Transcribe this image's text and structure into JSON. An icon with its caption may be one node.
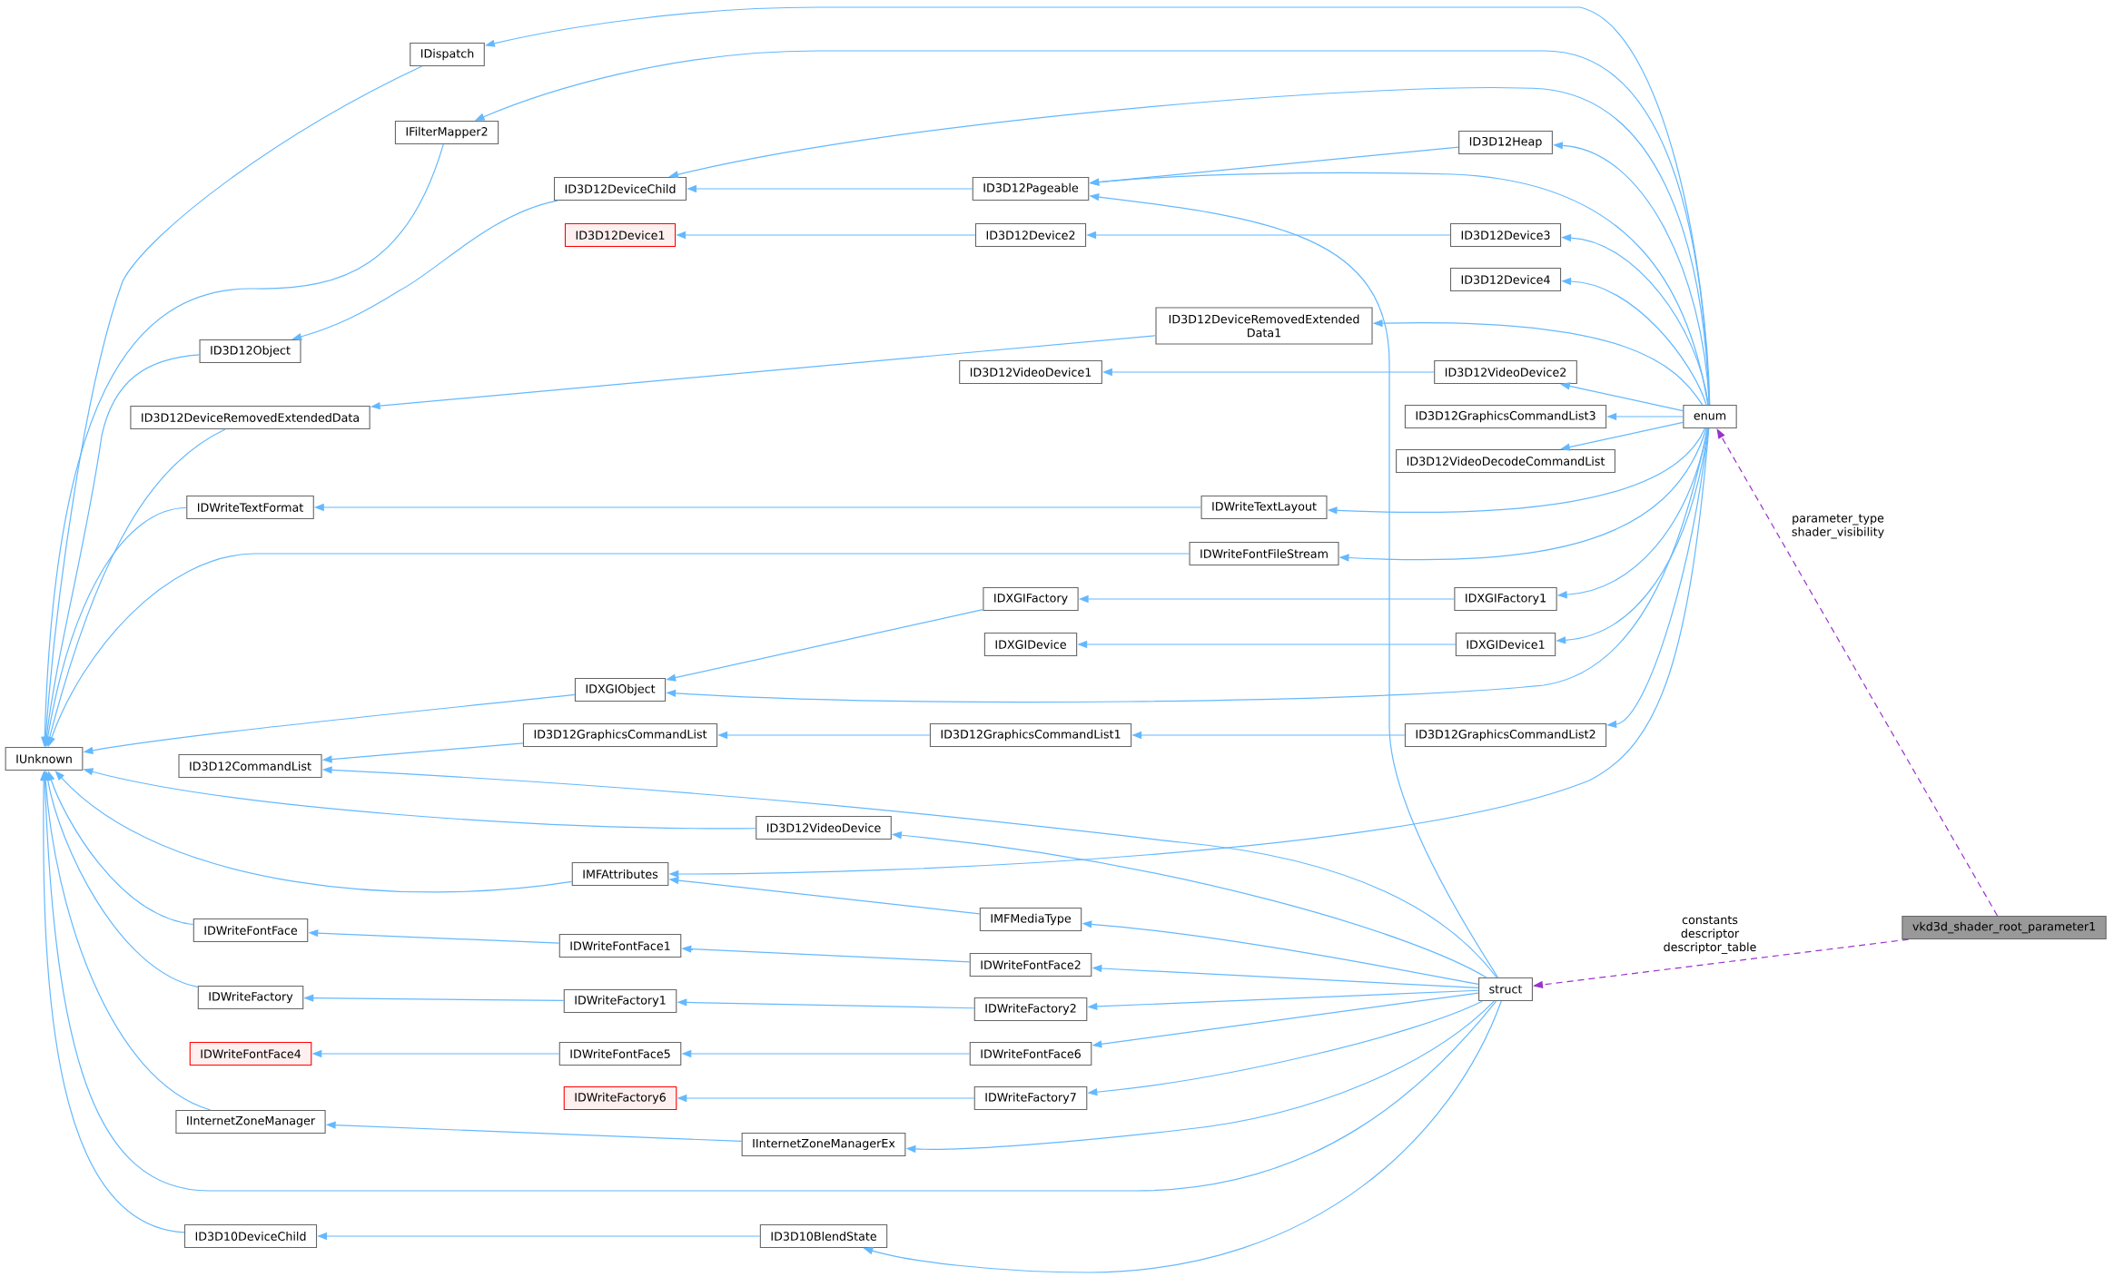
{
  "diagram": {
    "nodes": [
      {
        "text": [
          "IDispatch"
        ]
      },
      {
        "text": [
          "IFilterMapper2"
        ]
      },
      {
        "text": [
          "ID3D12Heap"
        ]
      },
      {
        "text": [
          "ID3D12DeviceChild"
        ]
      },
      {
        "text": [
          "ID3D12Pageable"
        ]
      },
      {
        "text": [
          "ID3D12Device1"
        ]
      },
      {
        "text": [
          "ID3D12Device2"
        ]
      },
      {
        "text": [
          "ID3D12Device3"
        ]
      },
      {
        "text": [
          "ID3D12Device4"
        ]
      },
      {
        "text": [
          "ID3D12DeviceRemovedExtended Data1"
        ]
      },
      {
        "text": [
          "ID3D12Object"
        ]
      },
      {
        "text": [
          "ID3D12VideoDevice1"
        ]
      },
      {
        "text": [
          "ID3D12VideoDevice2"
        ]
      },
      {
        "text": [
          "ID3D12DeviceRemovedExtendedData"
        ]
      },
      {
        "text": [
          "ID3D12GraphicsCommandList3"
        ]
      },
      {
        "text": [
          "enum"
        ]
      },
      {
        "text": [
          "ID3D12VideoDecodeCommandList"
        ]
      },
      {
        "text": [
          "IDWriteTextFormat"
        ]
      },
      {
        "text": [
          "IDWriteTextLayout"
        ]
      },
      {
        "text": [
          "IDWriteFontFileStream"
        ]
      },
      {
        "text": [
          "IDXGIFactory"
        ]
      },
      {
        "text": [
          "IDXGIFactory1"
        ]
      },
      {
        "text": [
          "IDXGIDevice"
        ]
      },
      {
        "text": [
          "IDXGIDevice1"
        ]
      },
      {
        "text": [
          "IDXGIObject"
        ]
      },
      {
        "text": [
          "ID3D12GraphicsCommandList"
        ]
      },
      {
        "text": [
          "ID3D12GraphicsCommandList1"
        ]
      },
      {
        "text": [
          "ID3D12GraphicsCommandList2"
        ]
      },
      {
        "text": [
          "IUnknown"
        ]
      },
      {
        "text": [
          "ID3D12CommandList"
        ]
      },
      {
        "text": [
          "ID3D12VideoDevice"
        ]
      },
      {
        "text": [
          "IMFAttributes"
        ]
      },
      {
        "text": [
          "IMFMediaType"
        ]
      },
      {
        "text": [
          "IDWriteFontFace"
        ]
      },
      {
        "text": [
          "vkd3d_shader_root_parameter1"
        ]
      },
      {
        "text": [
          "IDWriteFontFace1"
        ]
      },
      {
        "text": [
          "IDWriteFontFace2"
        ]
      },
      {
        "text": [
          "struct"
        ]
      },
      {
        "text": [
          "IDWriteFactory"
        ]
      },
      {
        "text": [
          "IDWriteFactory1"
        ]
      },
      {
        "text": [
          "IDWriteFactory2"
        ]
      },
      {
        "text": [
          "IDWriteFontFace4"
        ]
      },
      {
        "text": [
          "IDWriteFontFace5"
        ]
      },
      {
        "text": [
          "IDWriteFontFace6"
        ]
      },
      {
        "text": [
          "IDWriteFactory6"
        ]
      },
      {
        "text": [
          "IDWriteFactory7"
        ]
      },
      {
        "text": [
          "IInternetZoneManager"
        ]
      },
      {
        "text": [
          "IInternetZoneManagerEx"
        ]
      },
      {
        "text": [
          "ID3D10DeviceChild"
        ]
      },
      {
        "text": [
          "ID3D10BlendState"
        ]
      }
    ],
    "edges": [
      {
        "from": 0,
        "to": 28,
        "arrow": "to"
      },
      {
        "from": 15,
        "to": 0,
        "arrow": "to"
      },
      {
        "from": 1,
        "to": 28,
        "arrow": "to"
      },
      {
        "from": 15,
        "to": 1,
        "arrow": "to"
      },
      {
        "from": 3,
        "to": 10,
        "arrow": "to"
      },
      {
        "from": 15,
        "to": 3,
        "arrow": "to"
      },
      {
        "from": 4,
        "to": 3,
        "arrow": "to"
      },
      {
        "from": 2,
        "to": 4,
        "arrow": "to"
      },
      {
        "from": 15,
        "to": 4,
        "arrow": "to"
      },
      {
        "from": 37,
        "to": 4,
        "arrow": "to"
      },
      {
        "from": 15,
        "to": 2,
        "arrow": "to"
      },
      {
        "from": 6,
        "to": 5,
        "arrow": "to"
      },
      {
        "from": 7,
        "to": 6,
        "arrow": "to"
      },
      {
        "from": 15,
        "to": 7,
        "arrow": "to"
      },
      {
        "from": 15,
        "to": 8,
        "arrow": "to"
      },
      {
        "from": 9,
        "to": 13,
        "arrow": "to"
      },
      {
        "from": 15,
        "to": 9,
        "arrow": "to"
      },
      {
        "from": 10,
        "to": 28,
        "arrow": "to"
      },
      {
        "from": 12,
        "to": 11,
        "arrow": "to"
      },
      {
        "from": 15,
        "to": 12,
        "arrow": "to"
      },
      {
        "from": 13,
        "to": 28,
        "arrow": "to"
      },
      {
        "from": 15,
        "to": 14,
        "arrow": "to"
      },
      {
        "from": 15,
        "to": 16,
        "arrow": "to"
      },
      {
        "from": 17,
        "to": 28,
        "arrow": "to"
      },
      {
        "from": 18,
        "to": 17,
        "arrow": "to"
      },
      {
        "from": 15,
        "to": 18,
        "arrow": "to"
      },
      {
        "from": 19,
        "to": 28,
        "arrow": "to"
      },
      {
        "from": 15,
        "to": 19,
        "arrow": "to"
      },
      {
        "from": 21,
        "to": 20,
        "arrow": "to"
      },
      {
        "from": 20,
        "to": 24,
        "arrow": "to"
      },
      {
        "from": 15,
        "to": 21,
        "arrow": "to"
      },
      {
        "from": 23,
        "to": 22,
        "arrow": "to"
      },
      {
        "from": 15,
        "to": 23,
        "arrow": "to"
      },
      {
        "from": 24,
        "to": 28,
        "arrow": "to"
      },
      {
        "from": 15,
        "to": 24,
        "arrow": "to"
      },
      {
        "from": 25,
        "to": 29,
        "arrow": "to"
      },
      {
        "from": 26,
        "to": 25,
        "arrow": "to"
      },
      {
        "from": 27,
        "to": 26,
        "arrow": "to"
      },
      {
        "from": 15,
        "to": 27,
        "arrow": "to"
      },
      {
        "from": 37,
        "to": 29,
        "arrow": "to"
      },
      {
        "from": 30,
        "to": 28,
        "arrow": "to"
      },
      {
        "from": 37,
        "to": 30,
        "arrow": "to"
      },
      {
        "from": 31,
        "to": 28,
        "arrow": "to"
      },
      {
        "from": 15,
        "to": 31,
        "arrow": "to"
      },
      {
        "from": 32,
        "to": 31,
        "arrow": "to"
      },
      {
        "from": 37,
        "to": 32,
        "arrow": "to"
      },
      {
        "from": 33,
        "to": 28,
        "arrow": "to"
      },
      {
        "from": 35,
        "to": 33,
        "arrow": "to"
      },
      {
        "from": 36,
        "to": 35,
        "arrow": "to"
      },
      {
        "from": 37,
        "to": 36,
        "arrow": "to"
      },
      {
        "from": 38,
        "to": 28,
        "arrow": "to"
      },
      {
        "from": 39,
        "to": 38,
        "arrow": "to"
      },
      {
        "from": 40,
        "to": 39,
        "arrow": "to"
      },
      {
        "from": 37,
        "to": 40,
        "arrow": "to"
      },
      {
        "from": 42,
        "to": 41,
        "arrow": "to"
      },
      {
        "from": 43,
        "to": 42,
        "arrow": "to"
      },
      {
        "from": 37,
        "to": 43,
        "arrow": "to"
      },
      {
        "from": 45,
        "to": 44,
        "arrow": "to"
      },
      {
        "from": 37,
        "to": 45,
        "arrow": "to"
      },
      {
        "from": 46,
        "to": 28,
        "arrow": "to"
      },
      {
        "from": 47,
        "to": 46,
        "arrow": "to"
      },
      {
        "from": 37,
        "to": 47,
        "arrow": "to"
      },
      {
        "from": 37,
        "to": 28,
        "arrow": "to"
      },
      {
        "from": 48,
        "to": 28,
        "arrow": "to"
      },
      {
        "from": 49,
        "to": 48,
        "arrow": "to"
      },
      {
        "from": 37,
        "to": 49,
        "arrow": "to"
      },
      {
        "from": 34,
        "to": 15,
        "arrow": "to",
        "label": "parameter_type shader_visibility",
        "style": "dashed",
        "color": "#9a32cd"
      },
      {
        "from": 34,
        "to": 37,
        "arrow": "to",
        "label": "constants descriptor descriptor_table",
        "style": "dashed",
        "color": "#9a32cd"
      }
    ]
  }
}
